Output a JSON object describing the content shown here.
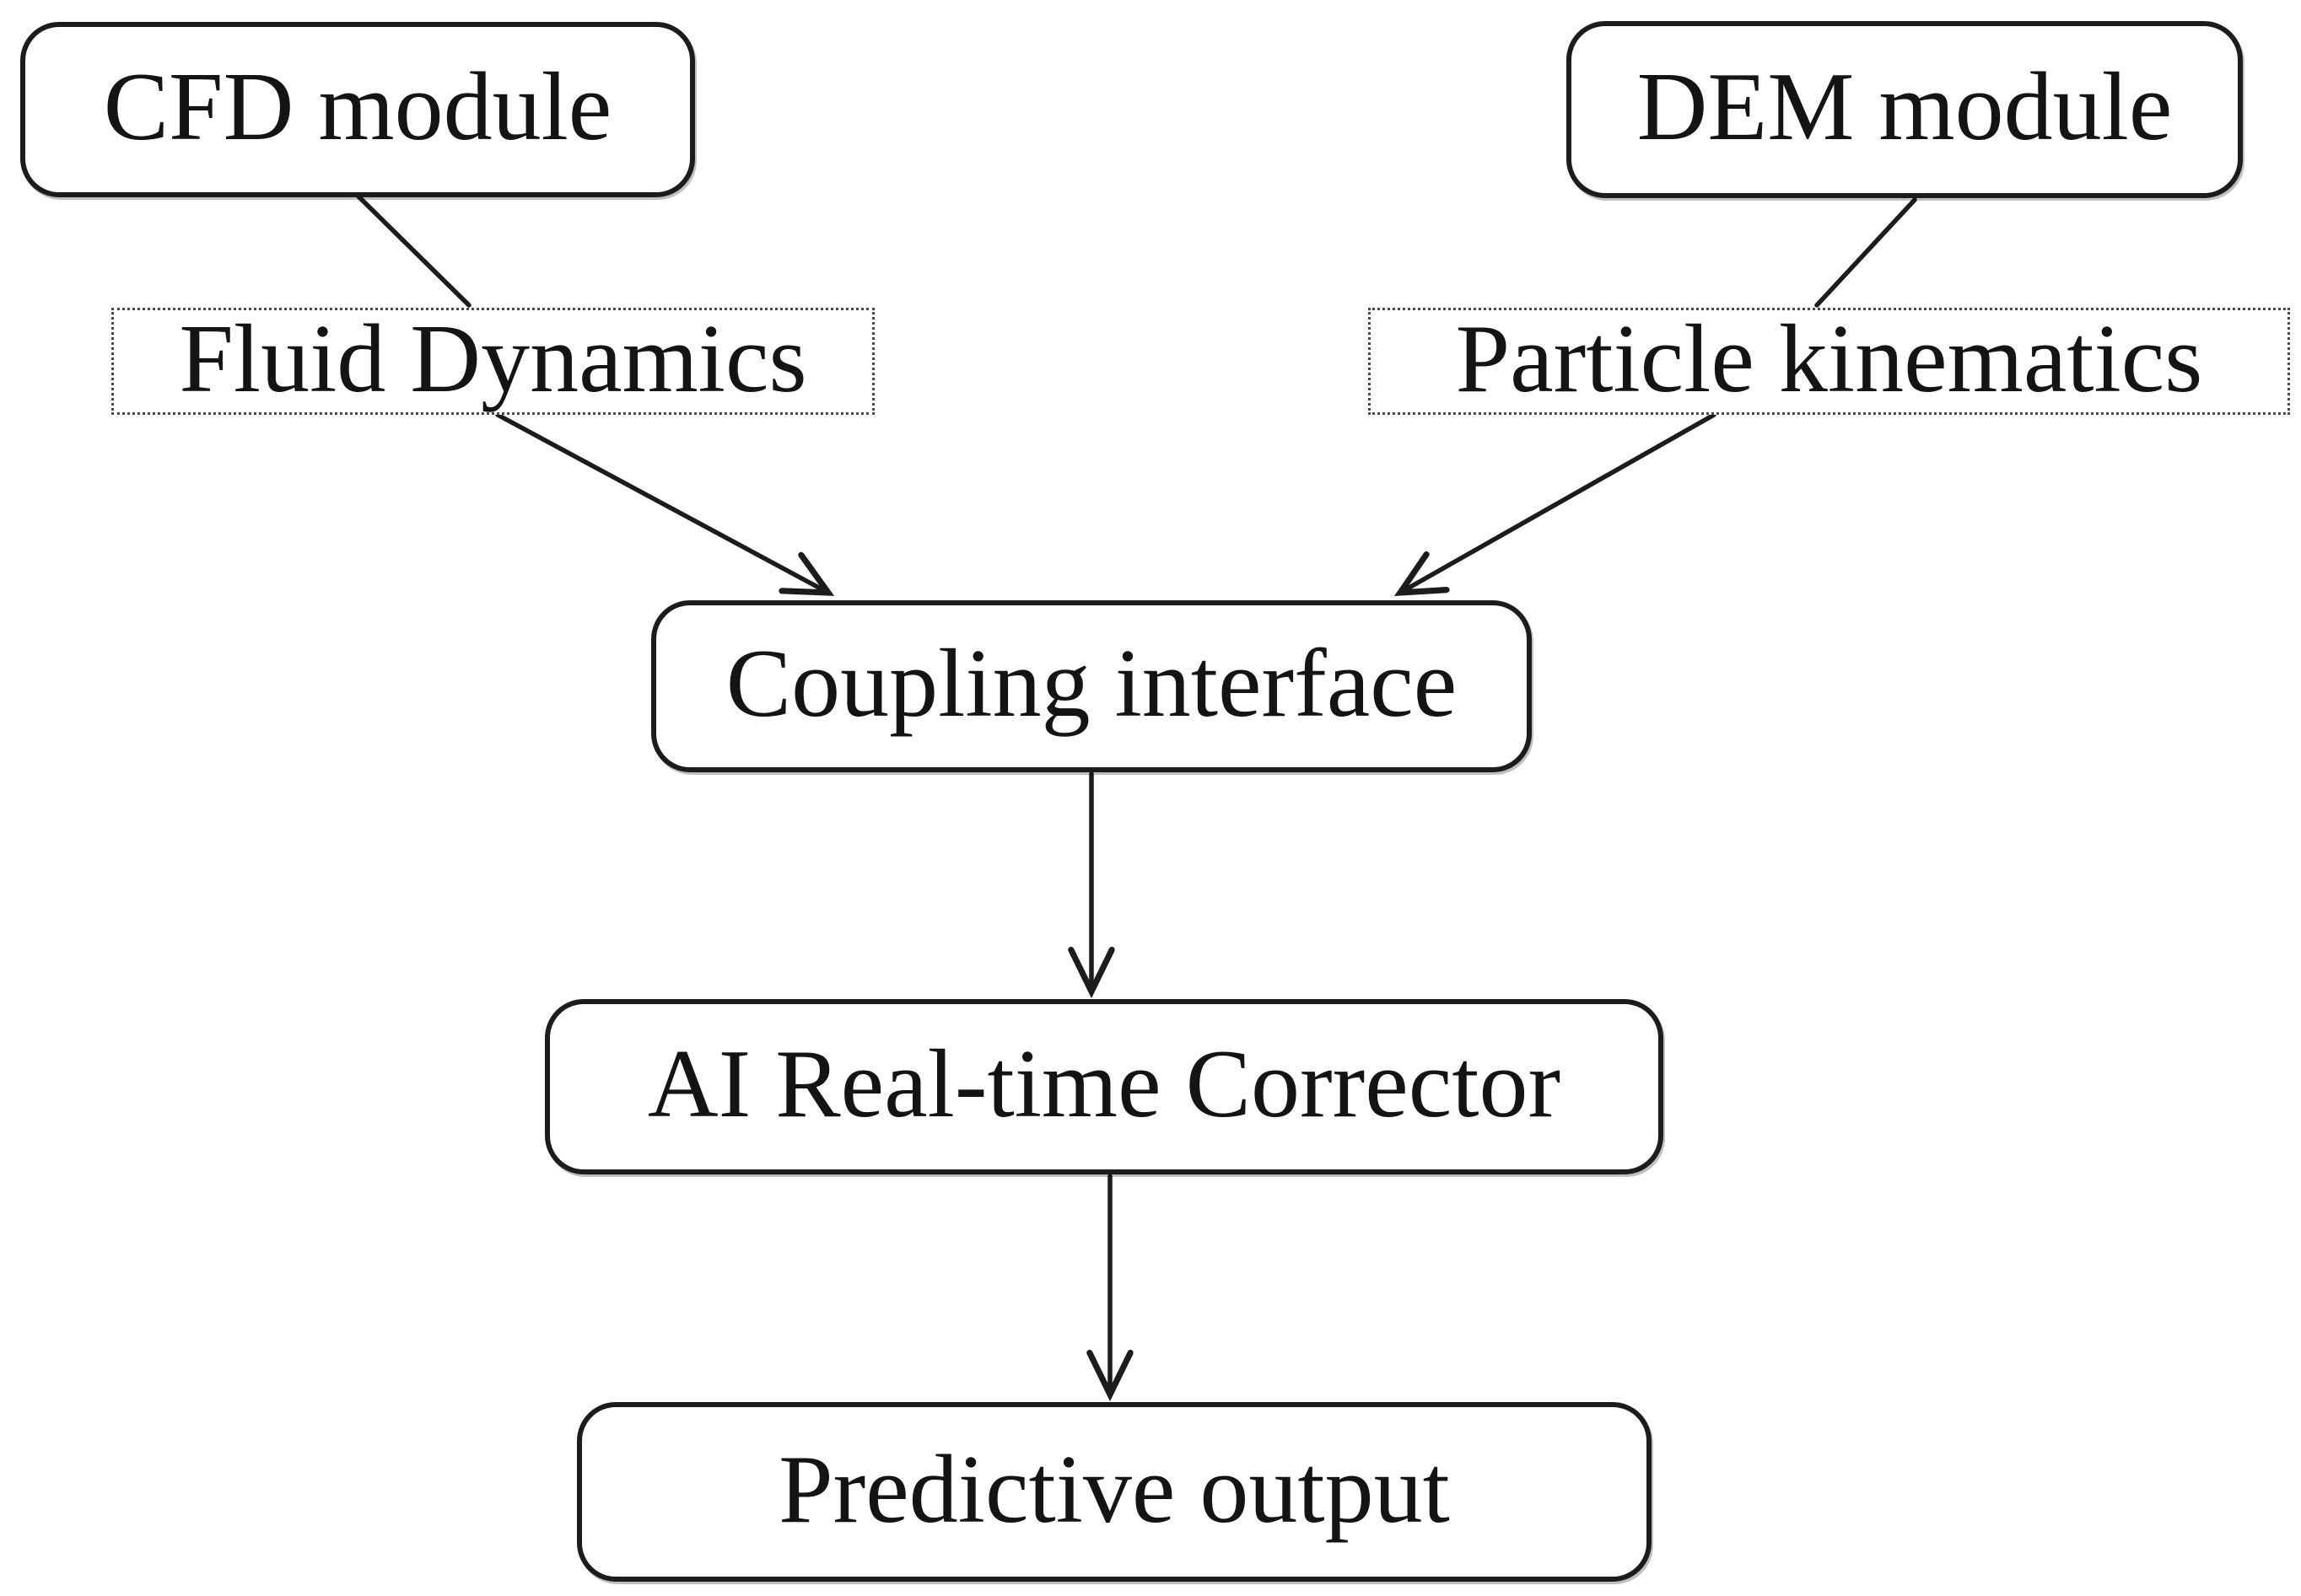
{
  "diagram": {
    "type": "flowchart",
    "background_color": "#ffffff",
    "line_color": "#1c1c1c",
    "text_color": "#141414",
    "nodes": {
      "cfd": {
        "label": "CFD module",
        "shape": "rounded-rect",
        "border": "solid"
      },
      "dem": {
        "label": "DEM module",
        "shape": "rounded-rect",
        "border": "solid"
      },
      "fluid": {
        "label": "Fluid Dynamics",
        "shape": "rect",
        "border": "dotted"
      },
      "particle": {
        "label": "Particle kinematics",
        "shape": "rect",
        "border": "dotted"
      },
      "coupling": {
        "label": "Coupling interface",
        "shape": "rounded-rect",
        "border": "solid"
      },
      "ai": {
        "label": "AI Real-time Corrector",
        "shape": "rounded-rect",
        "border": "solid"
      },
      "predictive": {
        "label": "Predictive output",
        "shape": "rounded-rect",
        "border": "solid"
      }
    },
    "edges": [
      {
        "from": "cfd",
        "to": "fluid",
        "arrowhead": false
      },
      {
        "from": "dem",
        "to": "particle",
        "arrowhead": false
      },
      {
        "from": "fluid",
        "to": "coupling",
        "arrowhead": true
      },
      {
        "from": "particle",
        "to": "coupling",
        "arrowhead": true
      },
      {
        "from": "coupling",
        "to": "ai",
        "arrowhead": true
      },
      {
        "from": "ai",
        "to": "predictive",
        "arrowhead": true
      }
    ]
  }
}
